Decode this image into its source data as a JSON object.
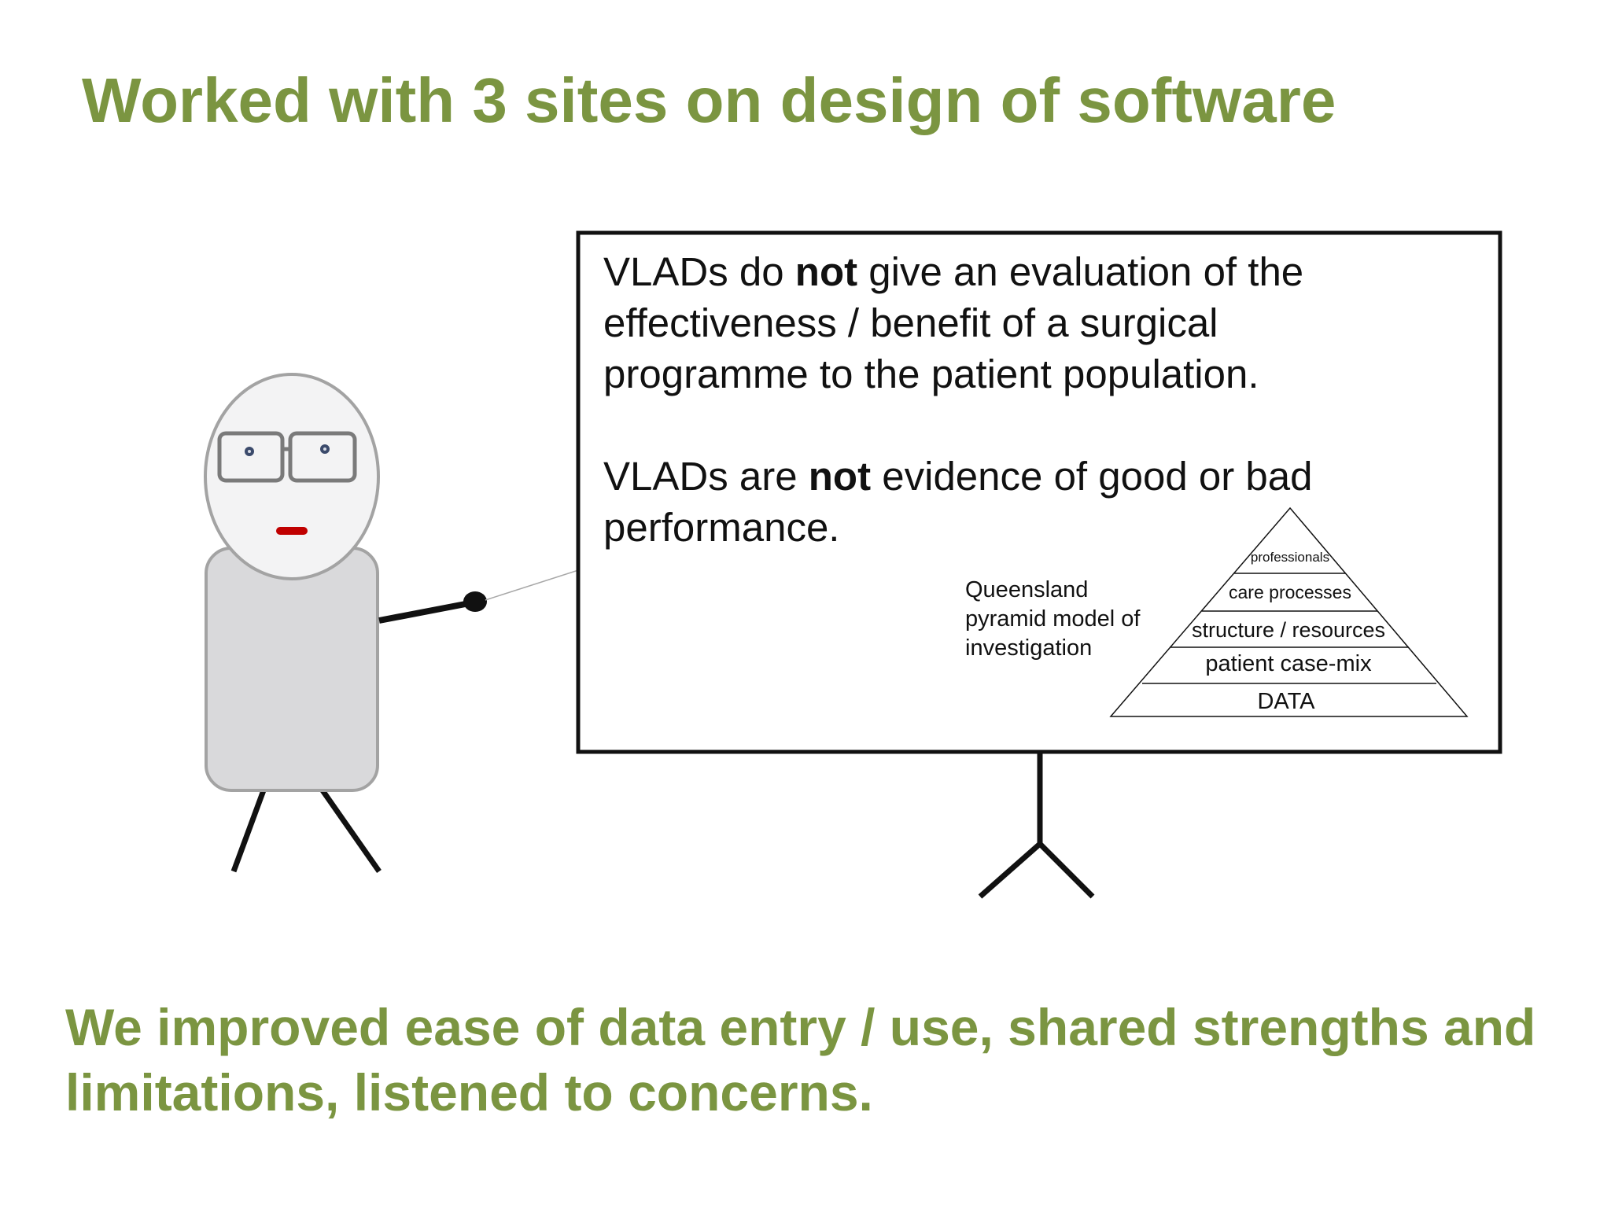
{
  "title": "Worked with 3 sites on design of software",
  "board": {
    "paragraph1": {
      "line1_pre": "VLADs do ",
      "line1_bold": "not",
      "line1_post": " give an evaluation of the",
      "line2": "effectiveness / benefit of a surgical",
      "line3": "programme to the patient population."
    },
    "paragraph2": {
      "line1_pre": "VLADs are ",
      "line1_bold": "not",
      "line1_post": " evidence of good or bad",
      "line2": "performance."
    },
    "pyramid_caption": {
      "line1": "Queensland",
      "line2": "pyramid model of",
      "line3": "investigation"
    },
    "pyramid_levels": {
      "level1": "professionals",
      "level2": "care processes",
      "level3": "structure / resources",
      "level4": "patient case-mix",
      "level5": "DATA"
    }
  },
  "footer": {
    "line1": "We improved ease of data entry / use, shared strengths and",
    "line2": "limitations, listened to concerns."
  },
  "colors": {
    "heading_green": "#7b9541",
    "mouth_red": "#c00000",
    "figure_gray": "#d9d9db",
    "outline_gray": "#a3a3a3"
  }
}
